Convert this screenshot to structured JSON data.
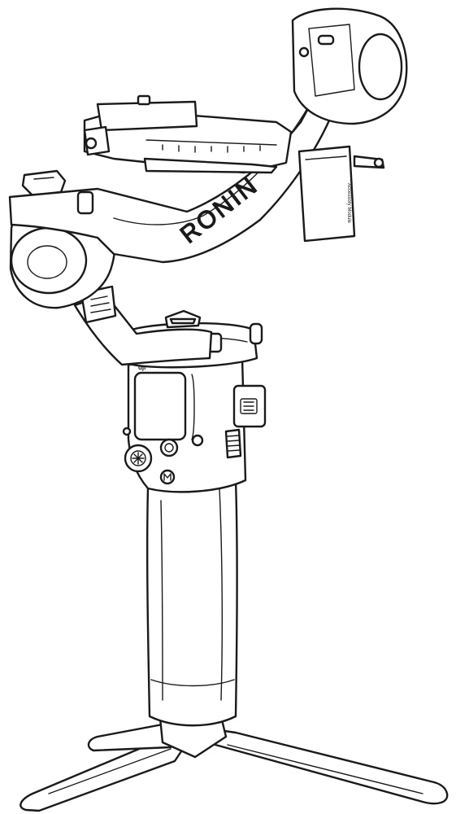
{
  "diagram": {
    "brand_label": "RONIN",
    "small_logo": "dji",
    "side_label": "Accessory Module",
    "colors": {
      "ink": "#1a1a1a",
      "paper": "#ffffff"
    }
  }
}
